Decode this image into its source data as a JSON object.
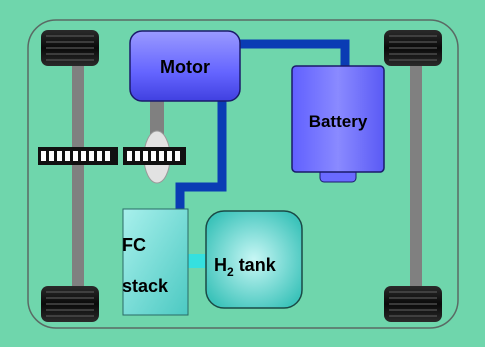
{
  "diagram": {
    "components": {
      "motor": {
        "label": "Motor"
      },
      "battery": {
        "label": "Battery"
      },
      "fc_stack": {
        "line1": "FC",
        "line2": "stack"
      },
      "h2_tank": {
        "prefix": "H",
        "subscript": "2",
        "suffix": " tank"
      }
    },
    "colors": {
      "background": "#6fd6ac",
      "motor_battery_fill": "#6464ff",
      "fc_tank_fill": "#5fd8cf",
      "power_line": "#0a3cb4",
      "axle": "#808080",
      "tire": "#101010",
      "outline": "#5a6a64"
    }
  }
}
